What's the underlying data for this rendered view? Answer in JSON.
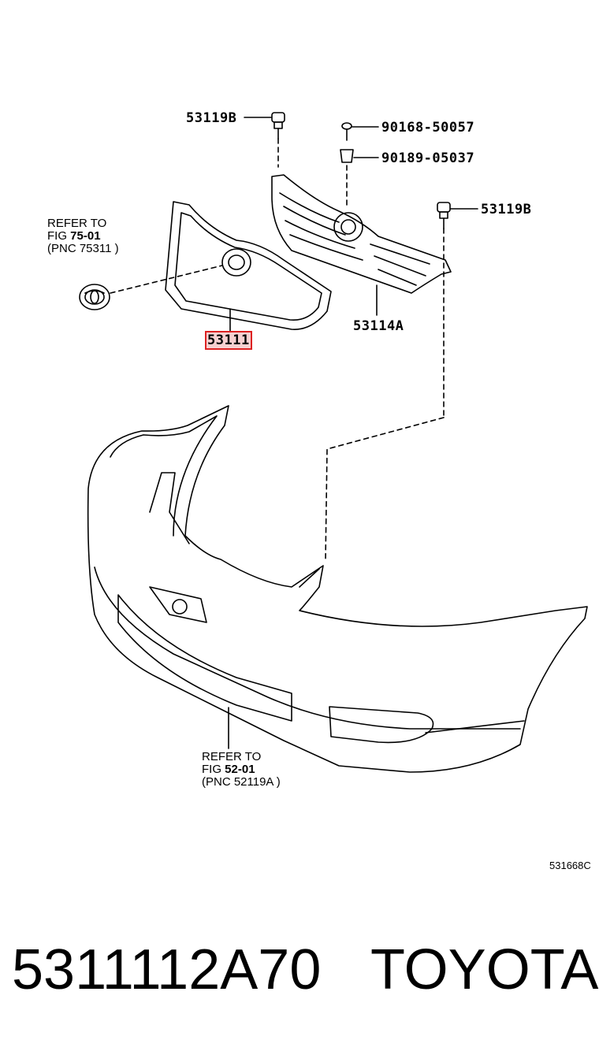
{
  "labels": {
    "bolt_top_left": "53119B",
    "screw": "90168-50057",
    "clip": "90189-05037",
    "bolt_right": "53119B",
    "grille_frame": "53111",
    "grille_radiator": "53114A"
  },
  "refer_emblem": {
    "line1": "REFER TO",
    "fig_prefix": "FIG",
    "fig_number": "75-01",
    "pnc": "(PNC 75311 )"
  },
  "refer_bumper": {
    "line1": "REFER TO",
    "fig_prefix": "FIG",
    "fig_number": "52-01",
    "pnc": "(PNC 52119A )"
  },
  "diagram_code": "531668C",
  "footer": {
    "part_number": "5311112A70",
    "brand": "TOYOTA"
  },
  "colors": {
    "line": "#000000",
    "highlight_border": "#dd2222",
    "highlight_fill": "#f6d0d0"
  }
}
